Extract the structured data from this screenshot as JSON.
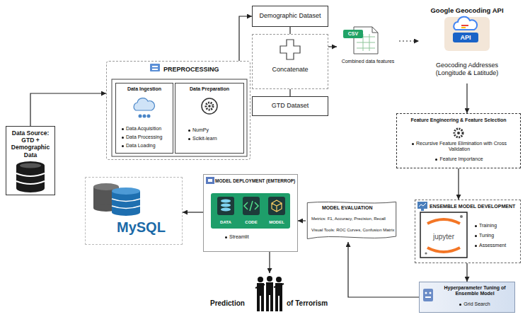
{
  "diagram": {
    "nodes": [
      {
        "text": [
          "Data Source: GTD + Demographic Data"
        ]
      },
      {
        "text": [
          "PREPROCESSING"
        ]
      },
      {
        "text": [
          "Data Ingestion",
          "Data Acquisition",
          "Data Processing",
          "Data Loading"
        ],
        "in": 1
      },
      {
        "text": [
          "Data Preparation",
          "NumPy",
          "Scikit-learn"
        ],
        "in": 1
      },
      {
        "text": [
          "Demographic Dataset"
        ]
      },
      {
        "text": [
          "Concatenate"
        ]
      },
      {
        "text": [
          "GTD Dataset"
        ]
      },
      {
        "text": [
          "CSV",
          "Combined data features"
        ]
      },
      {
        "text": [
          "Google Geocoding API",
          "API",
          "Geocoding Addresses (Longitude & Latitude)"
        ]
      },
      {
        "text": [
          "Feature Engineering & Feature Selection",
          "Recursive Feature Elimination with Cross Validation",
          "Feature Importance"
        ]
      },
      {
        "text": [
          "ENSEMBLE MODEL DEVELOPMENT",
          "jupyter",
          "Training",
          "Tuning",
          "Assessment"
        ]
      },
      {
        "text": [
          "Hyperparameter Tuning of Ensemble Model",
          "Grid Search"
        ]
      },
      {
        "text": [
          "MODEL EVALUATION",
          "Metrics: F1, Accuracy, Precision, Recall",
          "Visual Tools: ROC Curves, Confusion Matrix"
        ]
      },
      {
        "text": [
          "MODEL DEPLOYMENT (EMTERROP)",
          "Streamlit"
        ]
      },
      {
        "text": [
          "DATA",
          "CODE",
          "MODEL"
        ],
        "in": 13
      },
      {
        "text": [
          "MySQL"
        ]
      },
      {
        "text": [
          "Prediction",
          "of Terrorism"
        ]
      }
    ],
    "edges": [
      {
        "from": 0,
        "to": 1,
        "arrow": "to"
      },
      {
        "from": 1,
        "to": 4,
        "arrow": "to"
      },
      {
        "from": 4,
        "to": 5,
        "arrow": "none"
      },
      {
        "from": 5,
        "to": 6,
        "arrow": "none"
      },
      {
        "from": 5,
        "to": 7,
        "arrow": "to"
      },
      {
        "from": 7,
        "to": 8,
        "arrow": "to"
      },
      {
        "from": 8,
        "to": 9,
        "arrow": "to"
      },
      {
        "from": 9,
        "to": 10,
        "arrow": "to"
      },
      {
        "from": 10,
        "to": 11,
        "arrow": "to"
      },
      {
        "from": 11,
        "to": 12,
        "arrow": "to"
      },
      {
        "from": 12,
        "to": 13,
        "arrow": "to"
      },
      {
        "from": 13,
        "to": 15,
        "arrow": "to"
      },
      {
        "from": 13,
        "to": 16,
        "arrow": "to"
      }
    ]
  }
}
